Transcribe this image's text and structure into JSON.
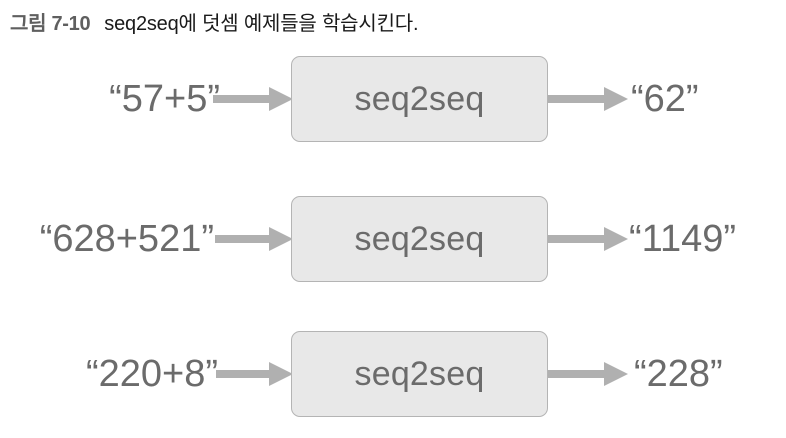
{
  "caption": {
    "figure_label": "그림 7-10",
    "text": "seq2seq에 덧셈 예제들을 학습시킨다."
  },
  "colors": {
    "box_fill": "#e8e8e8",
    "box_border": "#b4b4b4",
    "text_gray": "#6b6b6b",
    "arrow_gray": "#b0b0b0",
    "caption_label": "#5f5f5f",
    "caption_text": "#1a1a1a",
    "background": "#ffffff"
  },
  "diagram": {
    "type": "flow",
    "model_label": "seq2seq",
    "rows": [
      {
        "input": "“57+5”",
        "model": "seq2seq",
        "output": "“62”",
        "arrow_in": "arrow-right-icon",
        "arrow_out": "arrow-right-icon"
      },
      {
        "input": "“628+521”",
        "model": "seq2seq",
        "output": "“1149”",
        "arrow_in": "arrow-right-icon",
        "arrow_out": "arrow-right-icon"
      },
      {
        "input": "“220+8”",
        "model": "seq2seq",
        "output": "“228”",
        "arrow_in": "arrow-right-icon",
        "arrow_out": "arrow-right-icon"
      }
    ]
  }
}
